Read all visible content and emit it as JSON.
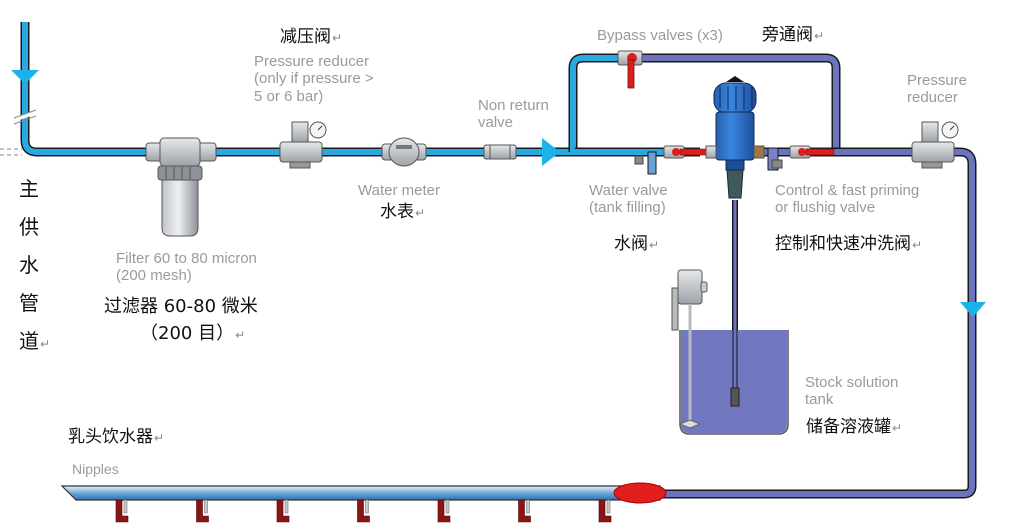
{
  "colors": {
    "water_pipe": "#29a9e0",
    "treated_pipe": "#6c74c0",
    "pipe_outline": "#1a1a1a",
    "flow_arrow": "#1bb2ea",
    "valve_red": "#d9201f",
    "dosing_pump": "#1d63c4",
    "tank_liquid": "#7178bf",
    "nipple_red": "#8b1515",
    "label_en": "#9a9a9a",
    "label_zh": "#111111"
  },
  "return_mark": "↵",
  "labels": {
    "main_supply_zh": [
      "主",
      "供",
      "水",
      "管",
      "道"
    ],
    "pressure_reducer_1": {
      "zh": "减压阀",
      "en_lines": [
        "Pressure reducer",
        "(only if pressure >",
        "5 or 6 bar)"
      ]
    },
    "filter": {
      "en_lines": [
        "Filter 60 to 80 micron",
        "(200 mesh)"
      ],
      "zh_lines": [
        "过滤器 60-80 微米",
        "（200 目）"
      ]
    },
    "water_meter": {
      "en": "Water meter",
      "zh": "水表"
    },
    "non_return_valve": {
      "en_lines": [
        "Non return",
        "valve"
      ]
    },
    "bypass_valves": {
      "en": "Bypass valves (x3)",
      "zh": "旁通阀"
    },
    "water_valve": {
      "en_lines": [
        "Water valve",
        "(tank filling)"
      ],
      "zh": "水阀"
    },
    "control_valve": {
      "en_lines": [
        "Control & fast priming",
        "or flushig valve"
      ],
      "zh": "控制和快速冲洗阀"
    },
    "pressure_reducer_2": {
      "en_lines": [
        "Pressure",
        "reducer"
      ]
    },
    "stock_tank": {
      "en_lines": [
        "Stock solution",
        "tank"
      ],
      "zh": "储备溶液罐"
    },
    "nipples": {
      "en": "Nipples",
      "zh": "乳头饮水器"
    }
  },
  "components": {
    "nipple_count": 7,
    "bypass_valve_count": 3
  }
}
